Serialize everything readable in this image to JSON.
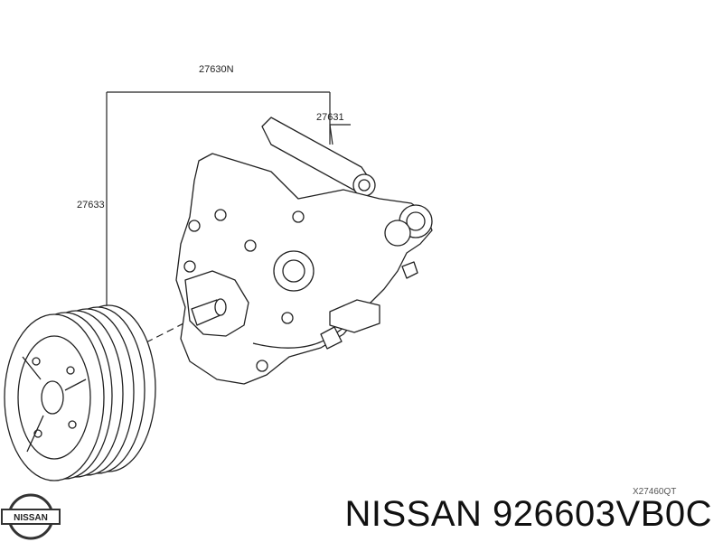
{
  "diagram": {
    "labels": {
      "assembly": "27630N",
      "compressor": "27631",
      "clutch": "27633",
      "diagram_id": "X27460QT"
    }
  },
  "logo": {
    "text": "NISSAN"
  },
  "caption": {
    "brand": "NISSAN",
    "part_number": "926603VB0C"
  }
}
